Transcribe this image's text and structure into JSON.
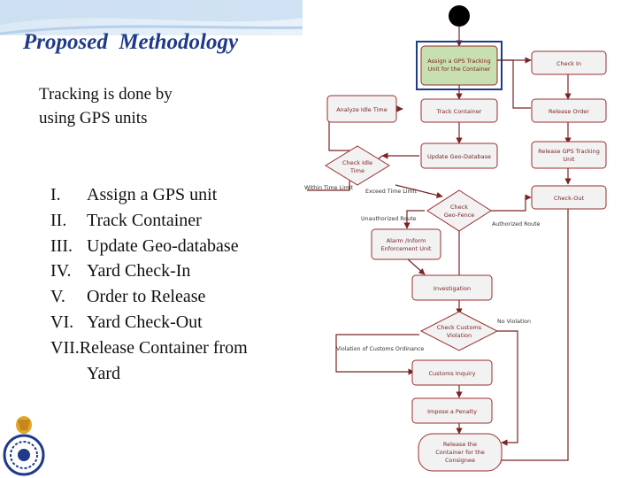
{
  "slide": {
    "title": "Proposed  Methodology",
    "intro_lines": [
      "Tracking is done by",
      "using GPS  units"
    ],
    "steps": [
      {
        "num": "I.",
        "text": "Assign a GPS unit"
      },
      {
        "num": "II.",
        "text": "Track Container"
      },
      {
        "num": "III.",
        "text": "Update Geo-database"
      },
      {
        "num": "IV.",
        "text": "Yard Check-In"
      },
      {
        "num": "V.",
        "text": "Order to Release"
      },
      {
        "num": "VI.",
        "text": "Yard Check-Out"
      },
      {
        "num": "VII.",
        "text": "Release Container from",
        "cont": "Yard"
      }
    ]
  },
  "flowchart": {
    "nodes": {
      "assign": [
        "Assign a GPS Tracking",
        "Unit for the Container"
      ],
      "check_in": [
        "Check In"
      ],
      "analyze_idle": [
        "Analyze Idle Time"
      ],
      "track": [
        "Track Container"
      ],
      "release_order": [
        "Release Order"
      ],
      "update_geo": [
        "Update Geo-Database"
      ],
      "release_gps": [
        "Release GPS Tracking",
        "Unit"
      ],
      "check_idle": [
        "Check Idle",
        "Time"
      ],
      "check_out": [
        "Check-Out"
      ],
      "check_geo": [
        "Check",
        "Geo-Fence"
      ],
      "alarm": [
        "Alarm /Inform",
        "Enforcement Unit"
      ],
      "investigation": [
        "Investigation"
      ],
      "check_customs": [
        "Check Customs",
        "Violation"
      ],
      "customs_inquiry": [
        "Customs Inquiry"
      ],
      "penalty": [
        "Impose a Penalty"
      ],
      "release_container": [
        "Release the",
        "Container for the",
        "Consignee"
      ]
    },
    "edge_labels": {
      "within_time": "Within Time Limit",
      "exceed_time": "Exceed Time Limit",
      "unauthorized": "Unauthorized Route",
      "authorized": "Authorized  Route",
      "no_violation": "No Violation",
      "violation": "Violation of Customs Ordinance"
    },
    "colors": {
      "box_fill": "#f2f2f2",
      "box_stroke": "#9a2d2d",
      "highlight": "#1f3a8a",
      "arrow": "#7a2424"
    }
  }
}
